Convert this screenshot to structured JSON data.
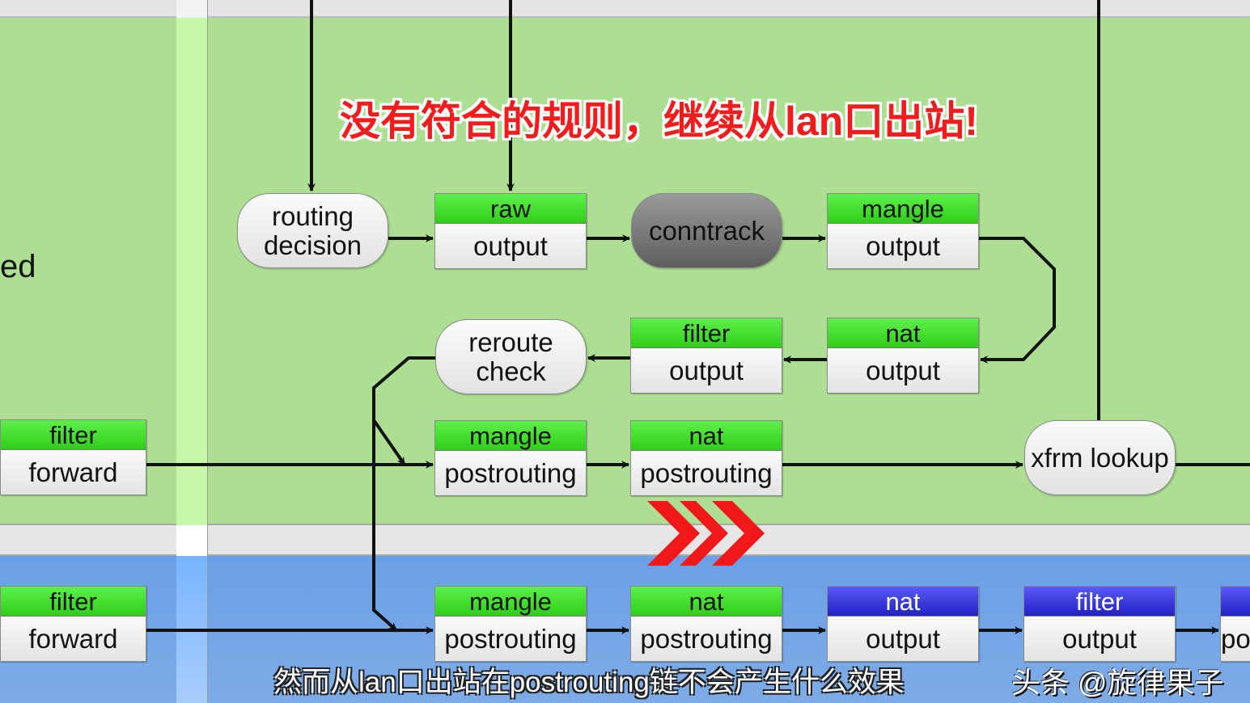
{
  "diagram": {
    "partial_label": "ed",
    "nodes": {
      "routing_decision": "routing decision",
      "raw_output": {
        "table": "raw",
        "chain": "output"
      },
      "conntrack": "conntrack",
      "mangle_output": {
        "table": "mangle",
        "chain": "output"
      },
      "reroute_check": "reroute check",
      "filter_output": {
        "table": "filter",
        "chain": "output"
      },
      "nat_output": {
        "table": "nat",
        "chain": "output"
      },
      "filter_forward": {
        "table": "filter",
        "chain": "forward"
      },
      "mangle_postrouting": {
        "table": "mangle",
        "chain": "postrouting"
      },
      "nat_postrouting": {
        "table": "nat",
        "chain": "postrouting"
      },
      "xfrm_lookup": "xfrm lookup",
      "b_filter_forward": {
        "table": "filter",
        "chain": "forward"
      },
      "b_mangle_postrouting": {
        "table": "mangle",
        "chain": "postrouting"
      },
      "b_nat_postrouting": {
        "table": "nat",
        "chain": "postrouting"
      },
      "b_nat_output": {
        "table": "nat",
        "chain": "output"
      },
      "b_filter_output": {
        "table": "filter",
        "chain": "output"
      },
      "b_partial": {
        "table": "",
        "chain": "po"
      }
    },
    "colors": {
      "green_header": "#2fce1a",
      "blue_header": "#2222c6",
      "green_zone": "#acdf92",
      "blue_zone": "#6aa0e6",
      "highlight": "#f21c1c"
    }
  },
  "overlay": {
    "caption": "没有符合的规则，继续从lan口出站!",
    "subtitle": "然而从lan口出站在postrouting链不会产生什么效果",
    "watermark": "头条 @旋律果子"
  }
}
